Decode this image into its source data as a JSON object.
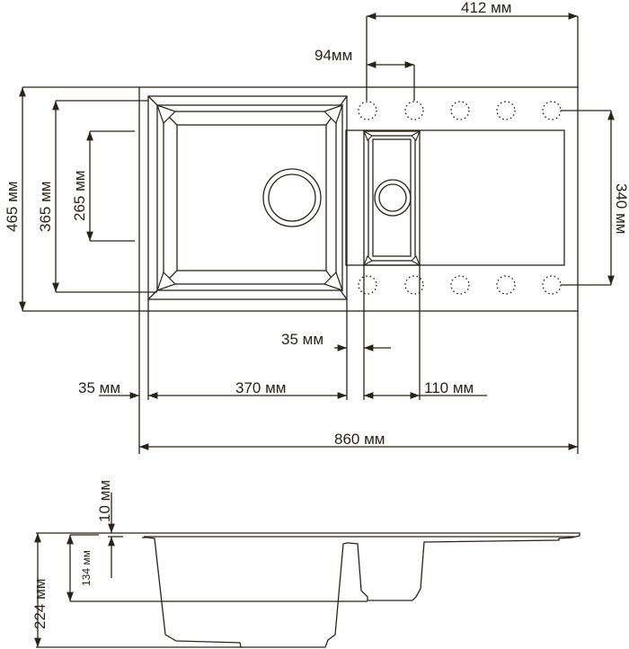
{
  "top_view": {
    "dim_hole_span": "412 мм",
    "dim_hole_pitch": "94мм",
    "dim_total_depth": "465 мм",
    "dim_bowl_outer_depth": "365 мм",
    "dim_bowl_inner_depth": "265 мм",
    "dim_drainboard_depth": "340 мм",
    "dim_divider": "35 мм",
    "dim_edge": "35 мм",
    "dim_main_bowl_width": "370 мм",
    "dim_small_bowl_width": "110 мм",
    "dim_total_width": "860 мм"
  },
  "side_view": {
    "dim_rim": "10 мм",
    "dim_small_bowl_height": "134 мм",
    "dim_total_height": "224 мм"
  },
  "colors": {
    "line": "#2b2416"
  }
}
